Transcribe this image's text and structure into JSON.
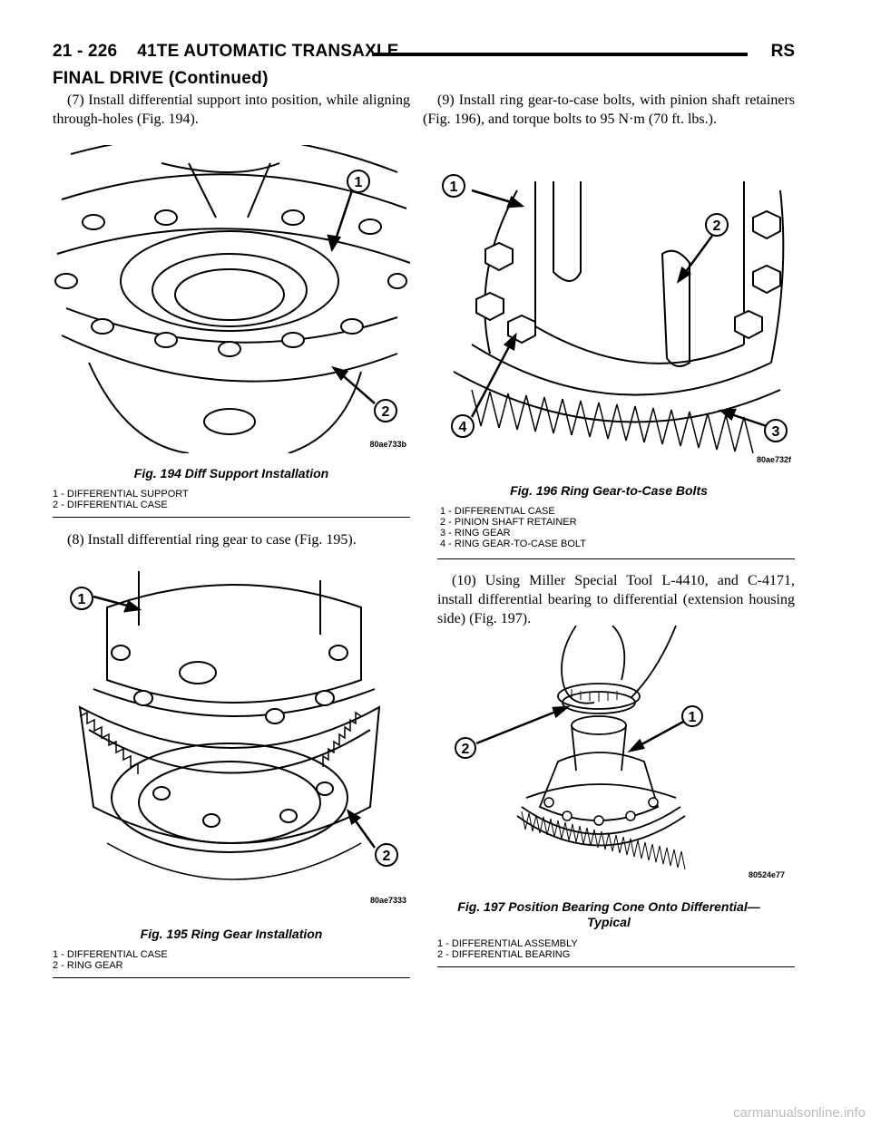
{
  "header": {
    "left": "21 - 226    41TE AUTOMATIC TRANSAXLE",
    "right": "RS"
  },
  "section_title": "FINAL DRIVE (Continued)",
  "steps": {
    "s7": "(7) Install differential support into position, while aligning through-holes (Fig. 194).",
    "s8": "(8) Install differential ring gear to case (Fig. 195).",
    "s9": "(9) Install ring gear-to-case bolts, with pinion shaft retainers (Fig. 196), and torque bolts to 95 N·m (70 ft. lbs.).",
    "s10": "(10) Using Miller Special Tool L-4410, and C-4171, install differential bearing to differential (extension housing side) (Fig. 197)."
  },
  "figures": {
    "fig194": {
      "code": "80ae733b",
      "caption": "Fig. 194 Diff Support Installation",
      "legend": [
        "1 - DIFFERENTIAL SUPPORT",
        "2 - DIFFERENTIAL CASE"
      ],
      "callouts": [
        "1",
        "2"
      ]
    },
    "fig195": {
      "code": "80ae7333",
      "caption": "Fig. 195 Ring Gear Installation",
      "legend": [
        "1 - DIFFERENTIAL CASE",
        "2 - RING GEAR"
      ],
      "callouts": [
        "1",
        "2"
      ]
    },
    "fig196": {
      "code": "80ae732f",
      "caption": "Fig. 196 Ring Gear-to-Case Bolts",
      "legend": [
        "1 - DIFFERENTIAL CASE",
        "2 - PINION SHAFT RETAINER",
        "3 - RING GEAR",
        "4 - RING GEAR-TO-CASE BOLT"
      ],
      "callouts": [
        "1",
        "2",
        "3",
        "4"
      ]
    },
    "fig197": {
      "code": "80524e77",
      "caption_line1": "Fig. 197 Position Bearing Cone Onto Differential—",
      "caption_line2": "Typical",
      "legend": [
        "1 - DIFFERENTIAL ASSEMBLY",
        "2 - DIFFERENTIAL BEARING"
      ],
      "callouts": [
        "1",
        "2"
      ]
    }
  },
  "watermark": "carmanualsonline.info"
}
